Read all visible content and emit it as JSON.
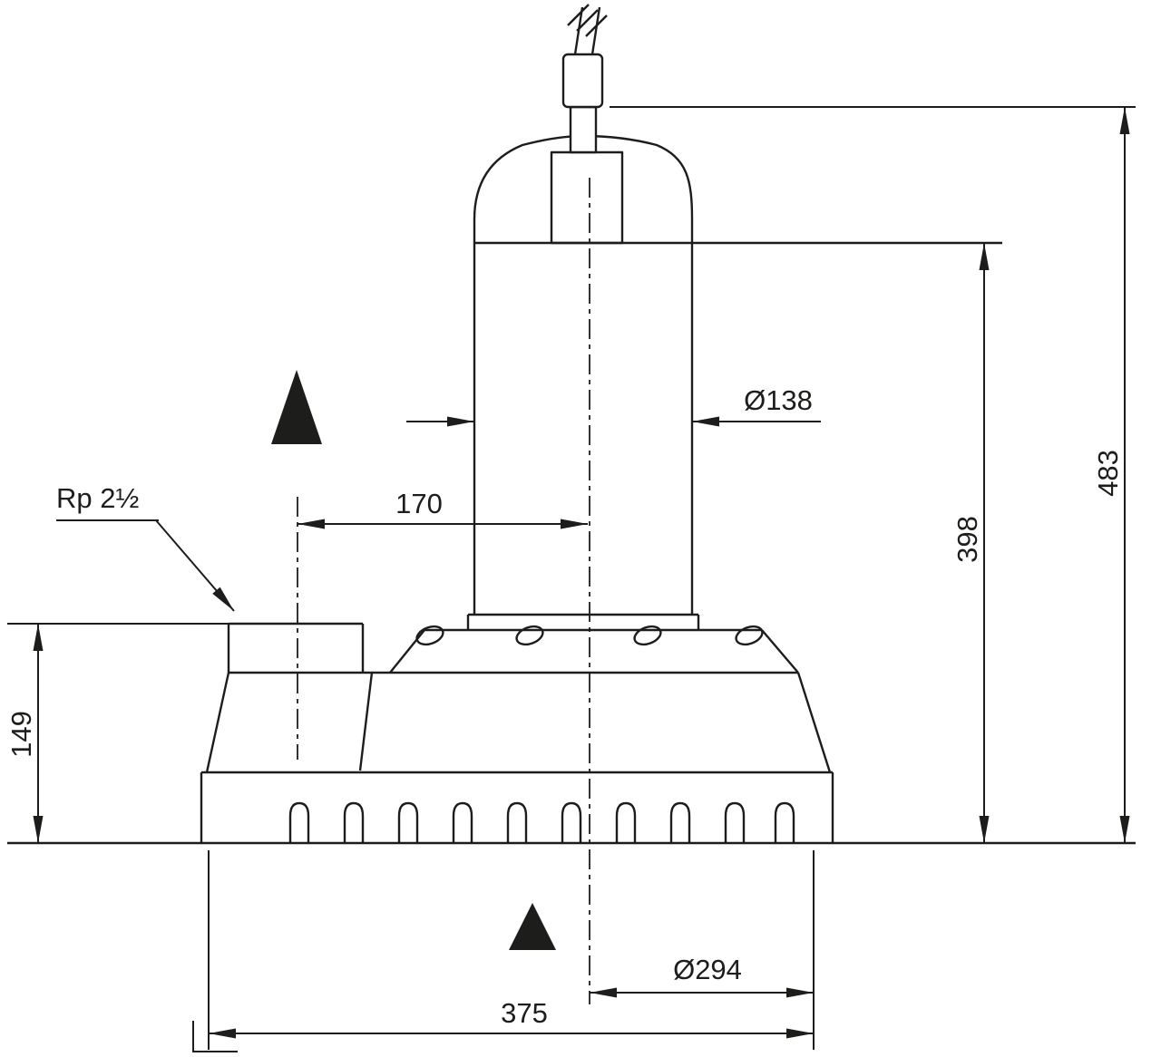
{
  "drawing": {
    "kind": "pump-dimension-drawing",
    "colors": {
      "line": "#1d1d1b",
      "background": "#ffffff"
    },
    "symbols": {
      "upper_marker": "filled-up-triangle",
      "lower_marker": "filled-up-triangle"
    },
    "labels": {
      "port_thread": "Rp 2½",
      "dist170": "170",
      "dia138": "Ø138",
      "h398": "398",
      "h483": "483",
      "h149": "149",
      "dia294": "Ø294",
      "w375": "375"
    }
  }
}
